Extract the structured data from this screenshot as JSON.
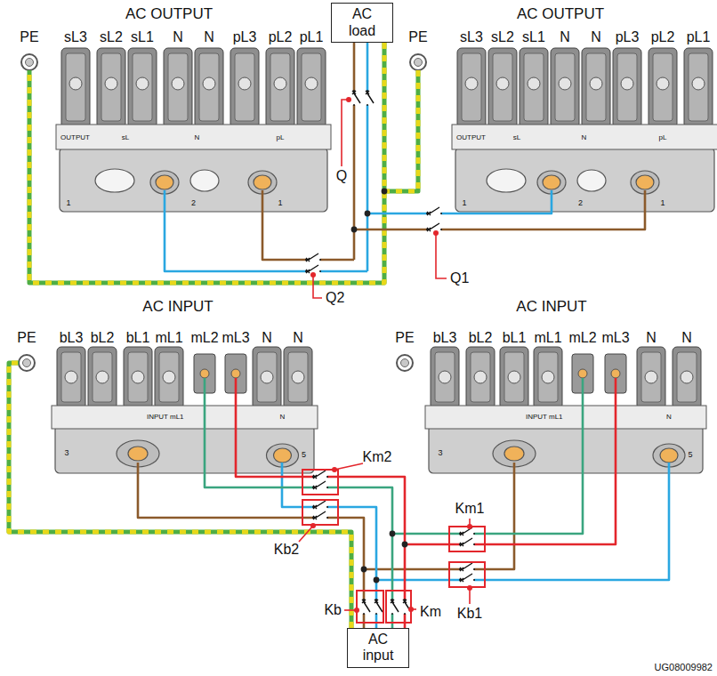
{
  "diagram": {
    "nodes": [
      {
        "text": [
          "AC load"
        ]
      },
      {
        "text": [
          "AC input"
        ]
      }
    ],
    "labels": [
      "AC OUTPUT",
      "PE",
      "sL3",
      "sL2",
      "sL1",
      "N",
      "N",
      "pL3",
      "pL2",
      "pL1",
      "OUTPUT",
      "sL",
      "N",
      "pL",
      "1",
      "2",
      "1",
      "AC OUTPUT",
      "PE",
      "sL3",
      "sL2",
      "sL1",
      "N",
      "N",
      "pL3",
      "pL2",
      "pL1",
      "OUTPUT",
      "sL",
      "N",
      "pL",
      "1",
      "2",
      "1",
      "AC INPUT",
      "PE",
      "bL3",
      "bL2",
      "bL1",
      "mL1",
      "mL2",
      "mL3",
      "N",
      "N",
      "INPUT",
      "mL1",
      "N",
      "3",
      "5",
      "AC INPUT",
      "PE",
      "bL3",
      "bL2",
      "bL1",
      "mL1",
      "mL2",
      "mL3",
      "N",
      "N",
      "INPUT",
      "mL1",
      "N",
      "3",
      "5",
      "Q",
      "Q1",
      "Q2",
      "Km2",
      "Kb2",
      "Km1",
      "Kb1",
      "Kb",
      "Km",
      "UG08009982"
    ]
  }
}
